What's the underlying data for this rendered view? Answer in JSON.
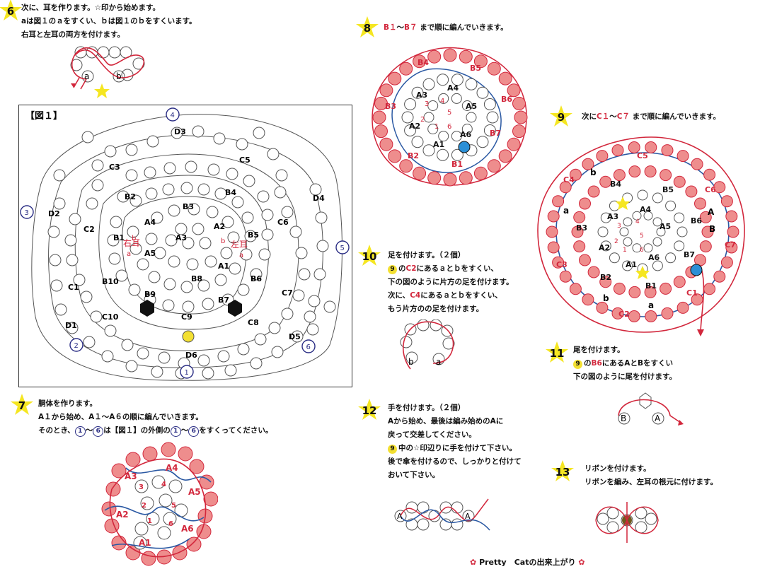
{
  "step6": {
    "num": "6",
    "lines": [
      "次に、耳を作ります。☆印から始めます。",
      "aは図１のａをすくい、ｂは図１のｂをすくいます。",
      "右耳と左耳の両方を付けます。"
    ]
  },
  "step7": {
    "num": "7",
    "lines": [
      "胴体を作ります。",
      "A１から始め、A１～A６の順に編んでいきます。",
      "そのとき、",
      "～",
      "は【図１】の外側の",
      "～",
      "をすくってください。"
    ],
    "circ_a": "1",
    "circ_b": "6"
  },
  "step8": {
    "num": "8",
    "b1": "B１",
    "b7": "B７",
    "text": "まで順に編んでいきます。",
    "sep": "～"
  },
  "step9": {
    "num": "9",
    "prefix": "次に",
    "c1": "C１",
    "c7": "C７",
    "text": "まで順に編んでいきます。",
    "sep": "～"
  },
  "step10": {
    "num": "10",
    "l1": "足を付けます。（２個）",
    "l2a": "の",
    "l2b": "C2",
    "l2c": "にあるａとｂをすくい、",
    "l3": "下の図のように片方の足を付けます。",
    "l4a": "次に、",
    "l4b": "C4",
    "l4c": "にあるａとｂをすくい、",
    "l5": "もう片方のの足を付けます。",
    "ref": "9"
  },
  "step11": {
    "num": "11",
    "l1": "尾を付けます。",
    "l2a": "の",
    "l2b": "B6",
    "l2c": "にあるAとBをすくい",
    "l3": "下の図のように尾を付けます。",
    "ref": "9"
  },
  "step12": {
    "num": "12",
    "l1": "手を付けます。（２個）",
    "l2": "Aから始め、最後は編み始めのAに",
    "l3": "戻って交差してください。",
    "l4": "中の☆印辺りに手を付けて下さい。",
    "l5": "後で傘を付けるので、しっかりと付けて",
    "l6": "おいて下さい。",
    "ref": "9"
  },
  "step13": {
    "num": "13",
    "l1": "リボンを付けます。",
    "l2": "リボンを編み、左耳の根元に付けます。"
  },
  "footer": {
    "text": "Pretty　Catの出来上がり"
  },
  "fig1": {
    "title": "【図１】",
    "labels": [
      "D3",
      "C3",
      "C5",
      "B2",
      "B4",
      "B3",
      "D2",
      "D4",
      "C2",
      "A4",
      "A2",
      "B1",
      "A3",
      "B5",
      "C6",
      "A5",
      "A1",
      "C1",
      "B10",
      "B8",
      "B6",
      "C7",
      "B9",
      "B7",
      "C10",
      "C9",
      "C8",
      "D1",
      "D6",
      "D5"
    ],
    "right_ear": "右耳",
    "left_ear": "左耳",
    "small_a": "a",
    "small_b": "b",
    "nums": [
      "4",
      "3",
      "5",
      "2",
      "6",
      "1"
    ]
  },
  "fig6": {
    "a": "a",
    "b": "b"
  },
  "fig7": {
    "labels": [
      "A3",
      "A4",
      "A5",
      "A2",
      "A6",
      "A1"
    ],
    "inner": [
      "3",
      "4",
      "2",
      "5",
      "1",
      "6"
    ]
  },
  "fig8": {
    "labels": [
      "B4",
      "B5",
      "B3",
      "A3",
      "A4",
      "B6",
      "A5",
      "A2",
      "A6",
      "B7",
      "A1",
      "B2",
      "B1"
    ],
    "inner": [
      "3",
      "4",
      "2",
      "5",
      "1",
      "6"
    ]
  },
  "fig9": {
    "labels": [
      "C5",
      "C4",
      "B4",
      "C6",
      "B5",
      "A3",
      "A4",
      "B3",
      "A5",
      "B6",
      "A2",
      "C7",
      "B7",
      "C3",
      "A6",
      "A1",
      "B2",
      "B1",
      "C1",
      "C2"
    ],
    "small": [
      "b",
      "a",
      "A",
      "B",
      "b",
      "a"
    ],
    "inner": [
      "3",
      "4",
      "2",
      "5",
      "1",
      "6"
    ]
  },
  "fig10": {
    "a": "a",
    "b": "b"
  },
  "fig11": {
    "a": "A",
    "b": "B"
  },
  "fig12": {
    "a": "A",
    "b": "A"
  },
  "colors": {
    "red": "#d2273c",
    "bead": "#ee8d8d",
    "blue": "#2b59a3",
    "navy": "#2b2e85",
    "yellow": "#f3e032",
    "star": "#f5e621"
  }
}
